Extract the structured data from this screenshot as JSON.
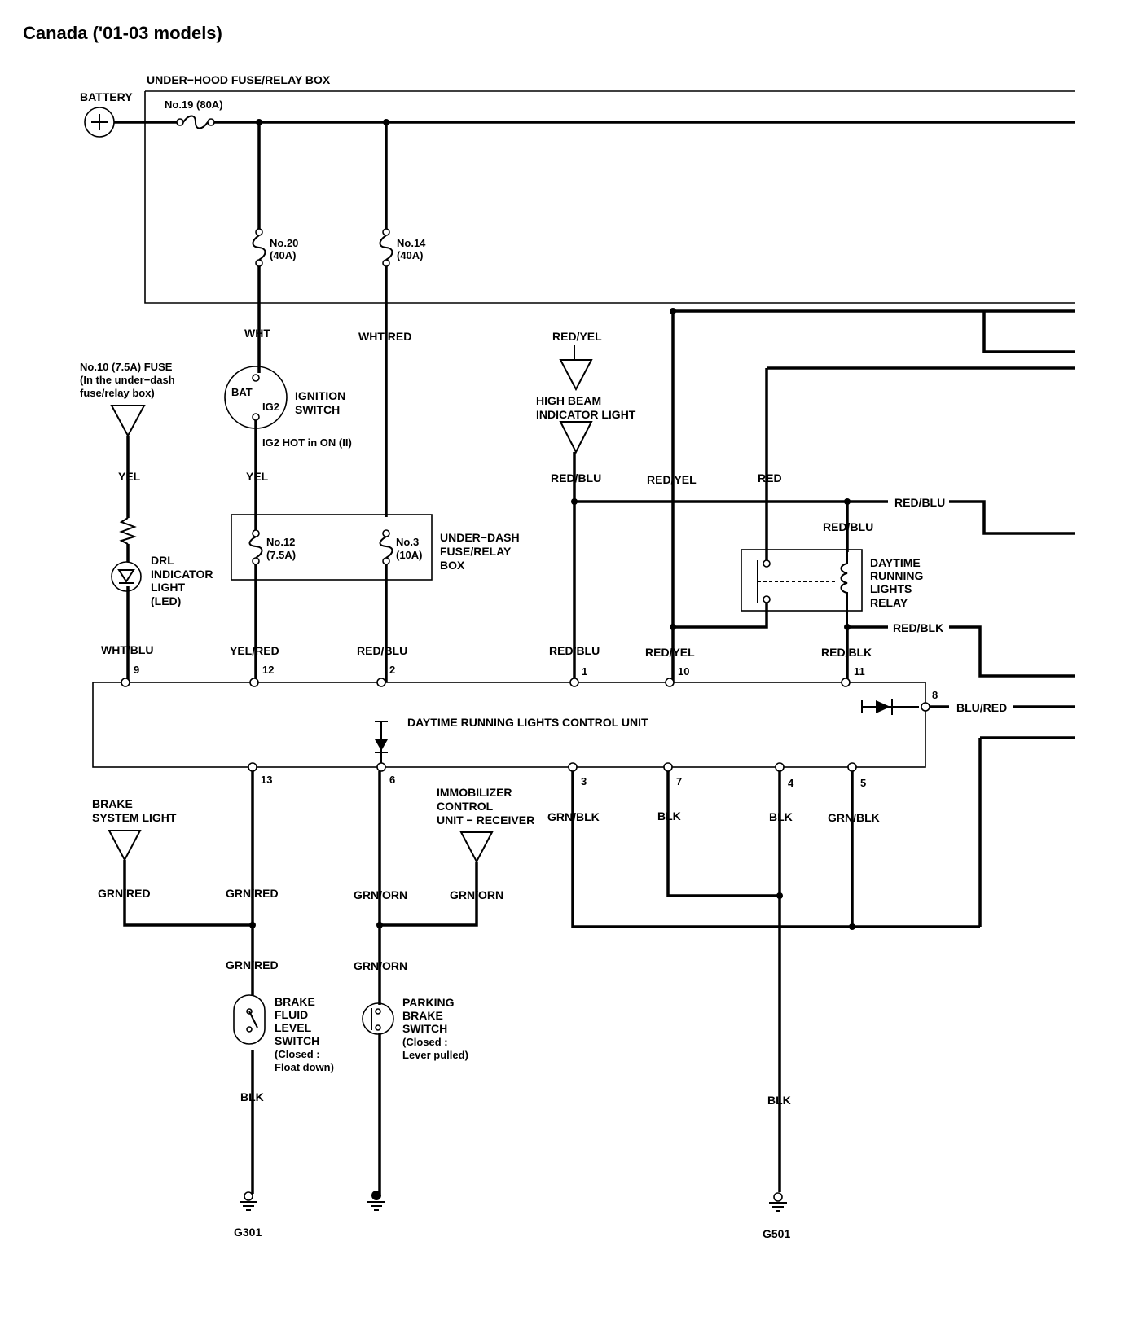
{
  "title": "Canada ('01-03 models)",
  "labels": {
    "battery": "BATTERY",
    "under_hood_box": "UNDER−HOOD FUSE/RELAY BOX",
    "fuse19": "No.19 (80A)",
    "fuse20_a": "No.20",
    "fuse20_b": "(40A)",
    "fuse14_a": "No.14",
    "fuse14_b": "(40A)",
    "wire_wht": "WHT",
    "wire_wht_red": "WHT/RED",
    "fuse10_a": "No.10 (7.5A) FUSE",
    "fuse10_b": "(In the under−dash",
    "fuse10_c": "fuse/relay box)",
    "bat": "BAT",
    "ig2": "IG2",
    "ign_sw_a": "IGNITION",
    "ign_sw_b": "SWITCH",
    "ig2_hot": "IG2 HOT in ON (II)",
    "wire_yel_1": "YEL",
    "wire_yel_2": "YEL",
    "fuse12_a": "No.12",
    "fuse12_b": "(7.5A)",
    "fuse3_a": "No.3",
    "fuse3_b": "(10A)",
    "under_dash_a": "UNDER−DASH",
    "under_dash_b": "FUSE/RELAY",
    "under_dash_c": "BOX",
    "drl_a": "DRL",
    "drl_b": "INDICATOR",
    "drl_c": "LIGHT",
    "drl_d": "(LED)",
    "wire_red_yel_top": "RED/YEL",
    "high_beam_a": "HIGH BEAM",
    "high_beam_b": "INDICATOR LIGHT",
    "wire_red_blu_mid": "RED/BLU",
    "wire_red_yel_mid": "RED/YEL",
    "wire_red": "RED",
    "wire_red_blu_right": "RED/BLU",
    "wire_red_blu_relay": "RED/BLU",
    "relay_a": "DAYTIME",
    "relay_b": "RUNNING",
    "relay_c": "LIGHTS",
    "relay_d": "RELAY",
    "wire_red_blk_right": "RED/BLK",
    "wire_wht_blu": "WHT/BLU",
    "wire_yel_red": "YEL/RED",
    "wire_red_blu_2": "RED/BLU",
    "wire_red_blu_1": "RED/BLU",
    "wire_red_yel_10": "RED/YEL",
    "wire_red_blk_11": "RED/BLK",
    "control_unit": "DAYTIME RUNNING LIGHTS CONTROL UNIT",
    "wire_blu_red": "BLU/RED",
    "brake_light_a": "BRAKE",
    "brake_light_b": "SYSTEM LIGHT",
    "immob_a": "IMMOBILIZER",
    "immob_b": "CONTROL",
    "immob_c": "UNIT − RECEIVER",
    "wire_grn_blk_3": "GRN/BLK",
    "wire_blk_7": "BLK",
    "wire_blk_4": "BLK",
    "wire_grn_blk_5": "GRN/BLK",
    "wire_grn_red_a": "GRN/RED",
    "wire_grn_red_b": "GRN/RED",
    "wire_grn_orn_a": "GRN/ORN",
    "wire_grn_orn_b": "GRN/ORN",
    "wire_grn_red_c": "GRN/RED",
    "wire_grn_orn_c": "GRN/ORN",
    "brake_fluid_a": "BRAKE",
    "brake_fluid_b": "FLUID",
    "brake_fluid_c": "LEVEL",
    "brake_fluid_d": "SWITCH",
    "brake_fluid_e": "(Closed :",
    "brake_fluid_f": "Float down)",
    "parking_a": "PARKING",
    "parking_b": "BRAKE",
    "parking_c": "SWITCH",
    "parking_d": "(Closed :",
    "parking_e": "Lever pulled)",
    "wire_blk_bottom_left": "BLK",
    "wire_blk_bottom_right": "BLK",
    "g301": "G301",
    "g501": "G501"
  },
  "pins": {
    "p9": "9",
    "p12": "12",
    "p2": "2",
    "p1": "1",
    "p10": "10",
    "p11": "11",
    "p8": "8",
    "p13": "13",
    "p6": "6",
    "p3": "3",
    "p7": "7",
    "p4": "4",
    "p5": "5"
  }
}
